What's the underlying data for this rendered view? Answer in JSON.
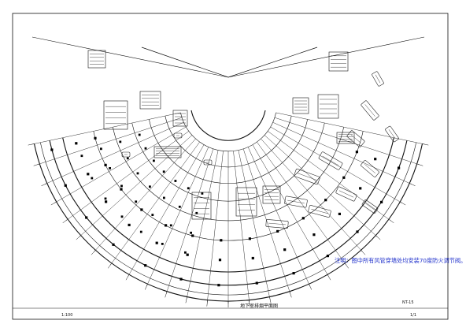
{
  "drawing": {
    "note": "注明：图中所有风管穿墙处均安装70度防火调节阀。",
    "title": "地下室排烟平面图",
    "drawing_no": "NT-15",
    "scale": "1:100",
    "page_no": "1/1",
    "colors": {
      "walls": "#111111",
      "columns": "#000000",
      "ducts": "#222222",
      "note_text": "#2233cc",
      "background": "#ffffff"
    }
  }
}
